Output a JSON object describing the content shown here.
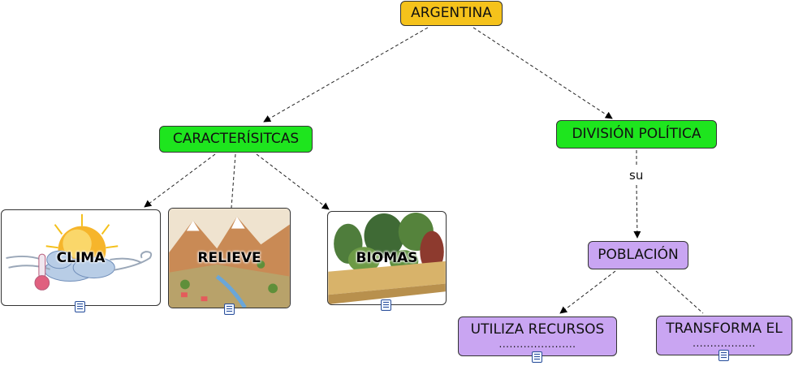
{
  "nodes": {
    "root": "ARGENTINA",
    "caracteristicas": "CARACTERÍSITCAS",
    "division": "DIVISIÓN POLÍTICA",
    "poblacion": "POBLACIÓN",
    "utiliza": "UTILIZA RECURSOS",
    "utiliza_dots": "......................",
    "transforma": "TRANSFORMA EL",
    "transforma_dots": "..................",
    "clima": "CLIMA",
    "relieve": "RELIEVE",
    "biomas": "BIOMAS"
  },
  "links": {
    "division_to_poblacion": "su"
  },
  "colors": {
    "root": "#f5c21b",
    "green": "#1ee51e",
    "purple": "#c9a5f2"
  },
  "icons": [
    "resource-doc-icon"
  ]
}
